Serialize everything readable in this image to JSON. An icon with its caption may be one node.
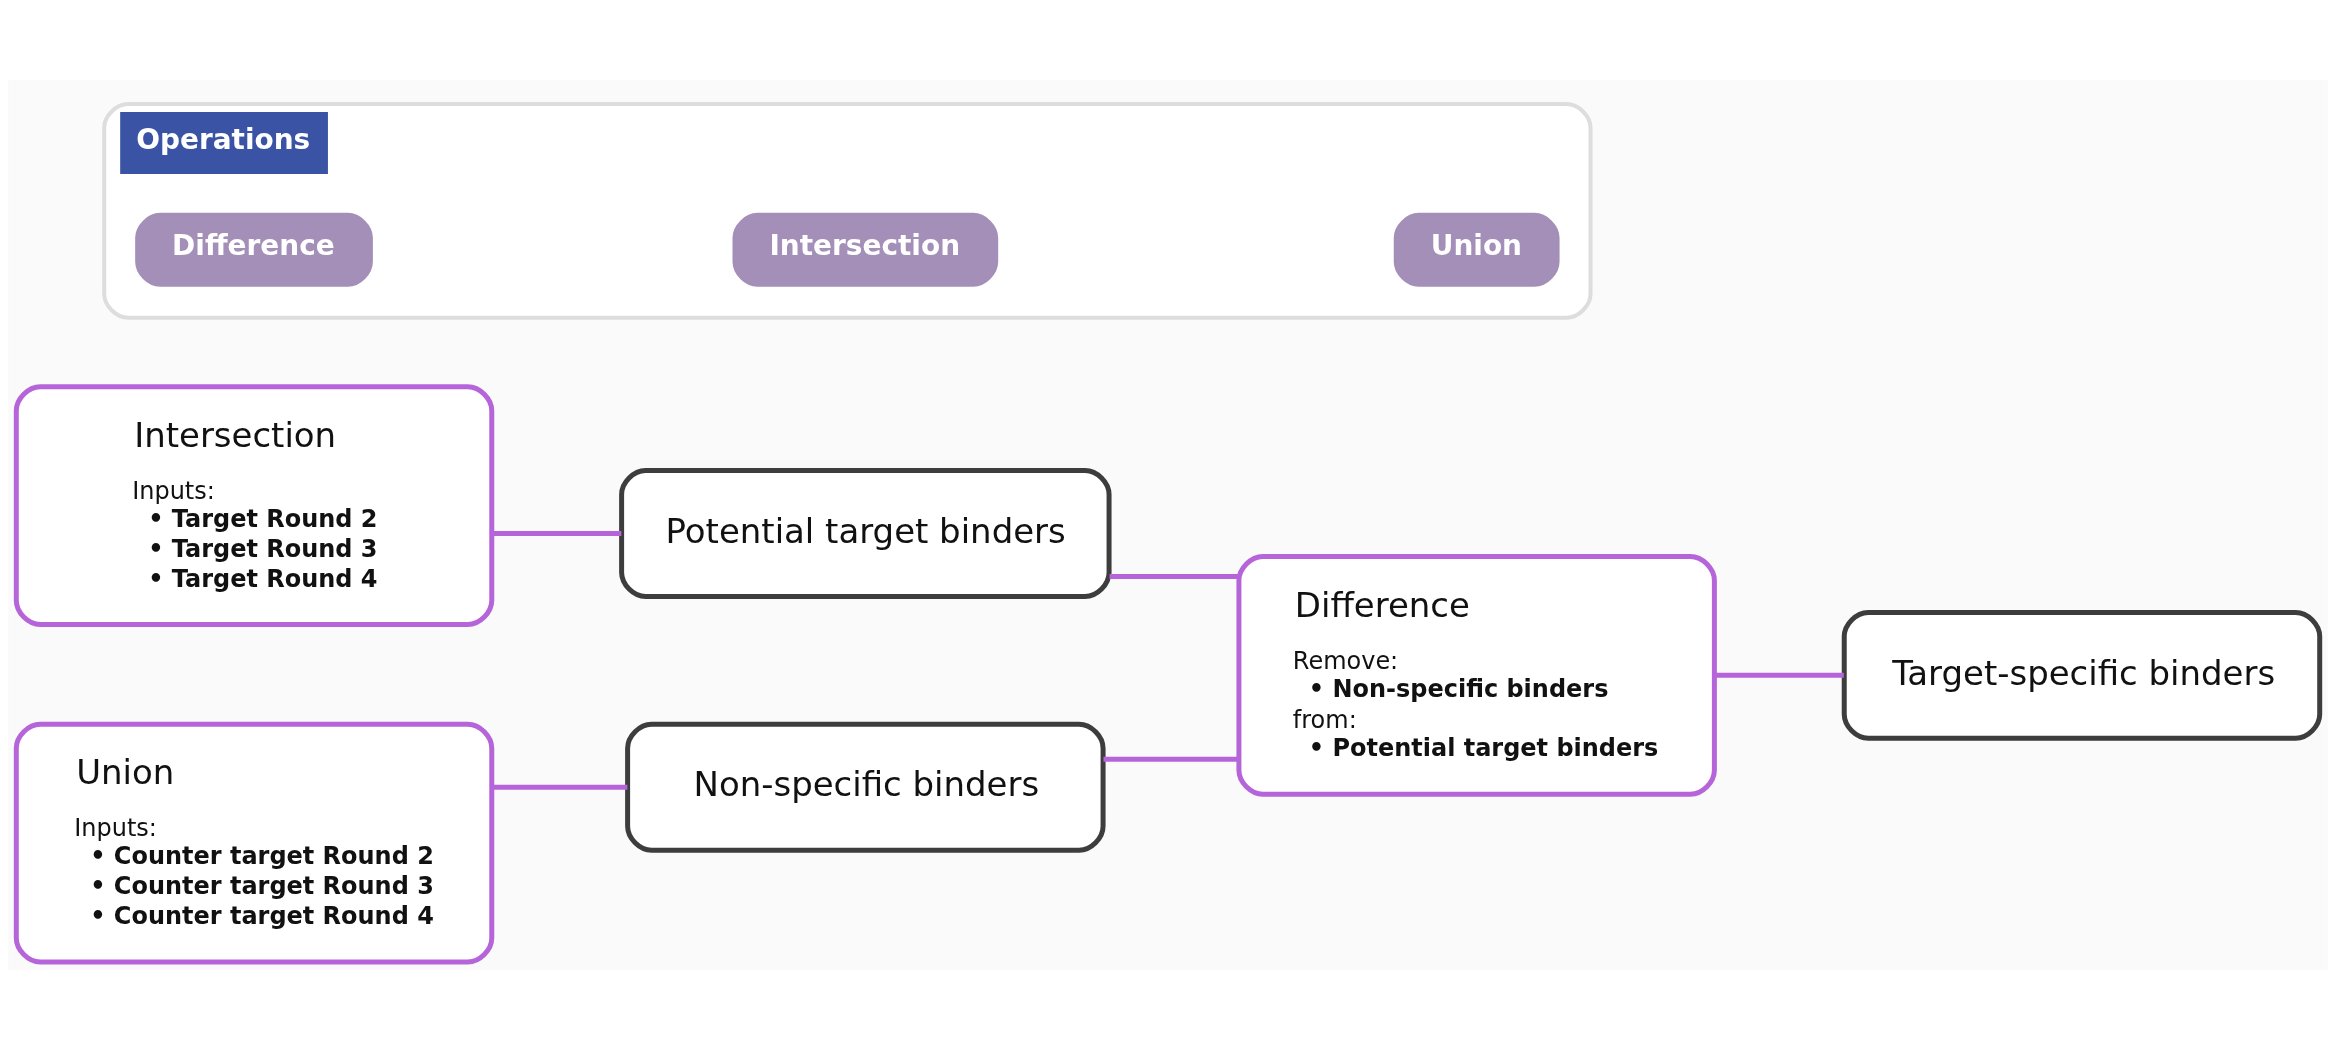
{
  "diagram": {
    "nodes": [
      {
        "text": [
          "Operations"
        ]
      },
      {
        "text": [
          "Difference"
        ],
        "in": 0
      },
      {
        "text": [
          "Intersection"
        ],
        "in": 0
      },
      {
        "text": [
          "Union"
        ],
        "in": 0
      },
      {
        "text": [
          "Intersection",
          "Inputs:",
          "• Target Round 2",
          "• Target Round 3",
          "• Target Round 4"
        ]
      },
      {
        "text": [
          "Potential target binders"
        ]
      },
      {
        "text": [
          "Difference",
          "Remove:",
          "• Non-specific binders",
          "from:",
          "• Potential target binders"
        ]
      },
      {
        "text": [
          "Target-specific binders"
        ]
      },
      {
        "text": [
          "Union",
          "Inputs:",
          "• Counter target Round 2",
          "• Counter target Round 3",
          "• Counter target Round 4"
        ]
      },
      {
        "text": [
          "Non-specific binders"
        ]
      }
    ],
    "edges": [
      {
        "from": 4,
        "to": 5,
        "arrow": "none"
      },
      {
        "from": 5,
        "to": 6,
        "arrow": "none"
      },
      {
        "from": 6,
        "to": 7,
        "arrow": "none"
      },
      {
        "from": 8,
        "to": 9,
        "arrow": "none"
      },
      {
        "from": 9,
        "to": 6,
        "arrow": "none"
      }
    ]
  }
}
